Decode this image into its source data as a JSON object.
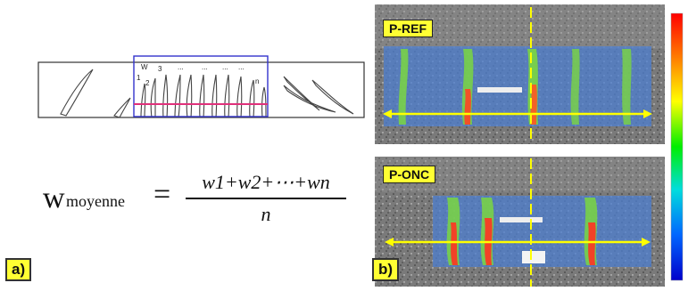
{
  "panel_a": {
    "label": "a)",
    "crack_labels": [
      "W",
      "1",
      "2",
      "3",
      "...",
      "...",
      "...",
      "...",
      "n"
    ],
    "formula": {
      "lhs_main": "w",
      "lhs_sub": "moyenne",
      "equals": "=",
      "numerator": "w1+w2+⋯+wn",
      "denominator": "n"
    }
  },
  "panel_b": {
    "label": "b)",
    "specimens": [
      {
        "name": "P-REF"
      },
      {
        "name": "P-ONC"
      }
    ],
    "colorbar": {
      "colors": [
        "#ff0000",
        "#ff8800",
        "#ffff00",
        "#00ff00",
        "#00dddd",
        "#0066ff",
        "#0000cc"
      ]
    }
  }
}
